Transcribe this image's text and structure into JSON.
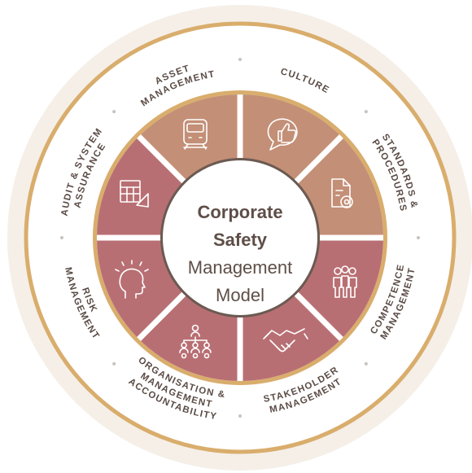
{
  "diagram": {
    "center": {
      "line1": "Corporate",
      "line2": "Safety",
      "line3": "Management",
      "line4": "Model"
    },
    "segments": [
      {
        "id": "asset-management",
        "lines": [
          "ASSET",
          "MANAGEMENT"
        ],
        "icon": "train-icon",
        "color": "#c38f76"
      },
      {
        "id": "culture",
        "lines": [
          "CULTURE"
        ],
        "icon": "thumbs-up-icon",
        "color": "#c38f76"
      },
      {
        "id": "standards-procedures",
        "lines": [
          "STANDARDS &",
          "PROCEDURES"
        ],
        "icon": "document-gear-icon",
        "color": "#c38f76"
      },
      {
        "id": "competence-management",
        "lines": [
          "COMPETENCE",
          "MANAGEMENT"
        ],
        "icon": "people-group-icon",
        "color": "#b86f73"
      },
      {
        "id": "stakeholder-management",
        "lines": [
          "STAKEHOLDER",
          "MANAGEMENT"
        ],
        "icon": "handshake-icon",
        "color": "#b86f73"
      },
      {
        "id": "organisation-management-accountability",
        "lines": [
          "ORGANISATION &",
          "MANAGEMENT",
          "ACCOUNTABILITY"
        ],
        "icon": "org-chart-icon",
        "color": "#b86f73"
      },
      {
        "id": "risk-management",
        "lines": [
          "RISK",
          "MANAGEMENT"
        ],
        "icon": "head-thinking-icon",
        "color": "#b86f73"
      },
      {
        "id": "audit-system-assurance",
        "lines": [
          "AUDIT & SYSTEM",
          "ASSURANCE"
        ],
        "icon": "calculator-icon",
        "color": "#b86f73"
      }
    ],
    "colors": {
      "background_disc": "#f5efe8",
      "ring_gold": "#d9ad6c",
      "ring_white": "#ffffff",
      "segment_tan": "#c38f76",
      "segment_rose": "#b86f73",
      "separator": "#ffffff",
      "text": "#5a4b45"
    }
  }
}
